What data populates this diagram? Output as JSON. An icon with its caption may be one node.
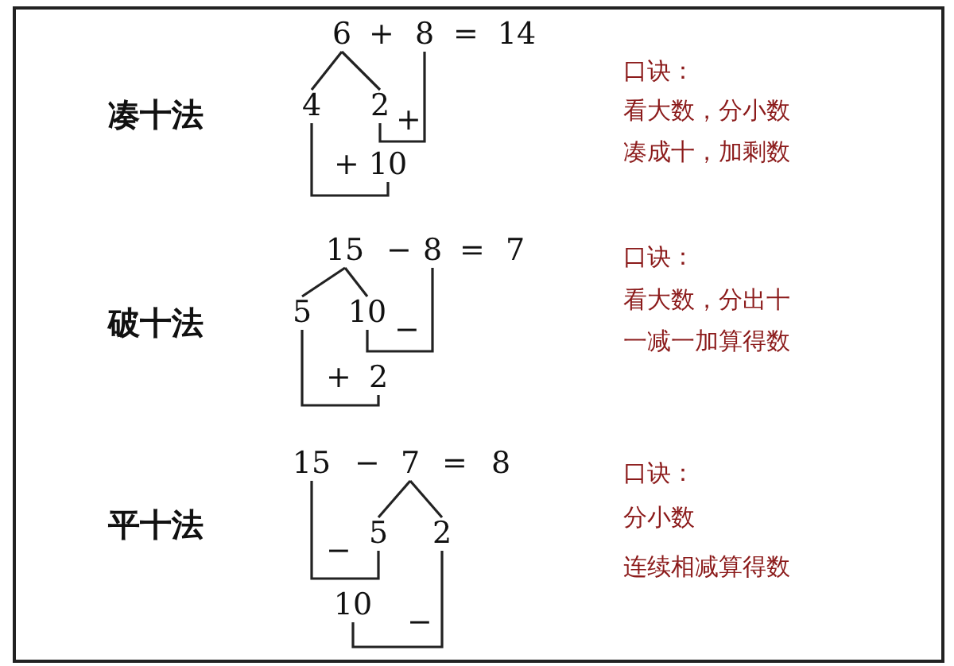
{
  "diagram": {
    "nodes": [
      {
        "text": [
          "6"
        ]
      },
      {
        "text": [
          "8"
        ]
      },
      {
        "text": [
          "4"
        ]
      },
      {
        "text": [
          "2"
        ]
      },
      {
        "text": [
          "10"
        ]
      },
      {
        "text": [
          "15"
        ]
      },
      {
        "text": [
          "8"
        ]
      },
      {
        "text": [
          "5"
        ]
      },
      {
        "text": [
          "10"
        ]
      },
      {
        "text": [
          "2"
        ]
      },
      {
        "text": [
          "15"
        ]
      },
      {
        "text": [
          "7"
        ]
      },
      {
        "text": [
          "5"
        ]
      },
      {
        "text": [
          "2"
        ]
      },
      {
        "text": [
          "10"
        ]
      }
    ],
    "edges": [
      {
        "from": 0,
        "to": 2,
        "arrow": "none"
      },
      {
        "from": 0,
        "to": 3,
        "arrow": "none"
      },
      {
        "from": 3,
        "to": 1,
        "arrow": "none"
      },
      {
        "from": 2,
        "to": 4,
        "arrow": "none"
      },
      {
        "from": 5,
        "to": 7,
        "arrow": "none"
      },
      {
        "from": 5,
        "to": 8,
        "arrow": "none"
      },
      {
        "from": 8,
        "to": 6,
        "arrow": "none"
      },
      {
        "from": 7,
        "to": 9,
        "arrow": "none"
      },
      {
        "from": 11,
        "to": 12,
        "arrow": "none"
      },
      {
        "from": 11,
        "to": 13,
        "arrow": "none"
      },
      {
        "from": 10,
        "to": 12,
        "arrow": "none"
      },
      {
        "from": 14,
        "to": 13,
        "arrow": "none"
      }
    ],
    "labels": [
      "凑十法",
      "+",
      "=",
      "14",
      "+",
      "+",
      "口诀：",
      "看大数，分小数",
      "凑成十，加剩数",
      "破十法",
      "−",
      "=",
      "7",
      "−",
      "+",
      "口诀：",
      "看大数，分出十",
      "一减一加算得数",
      "平十法",
      "−",
      "=",
      "8",
      "−",
      "−",
      "口诀：",
      "分小数",
      "连续相减算得数"
    ]
  }
}
